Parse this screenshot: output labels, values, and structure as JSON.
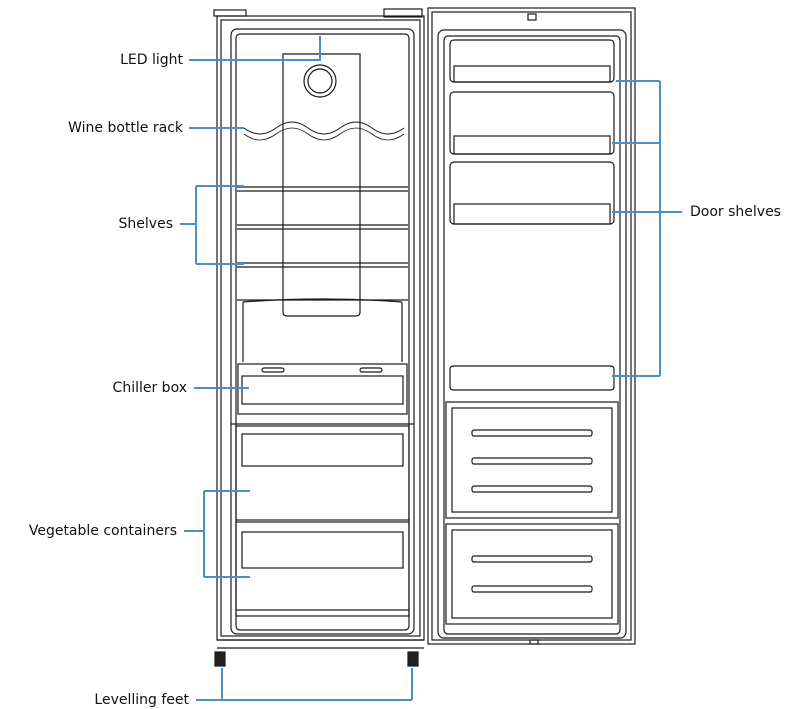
{
  "labels": {
    "led_light": "LED light",
    "wine_bottle_rack": "Wine bottle rack",
    "shelves": "Shelves",
    "chiller_box": "Chiller box",
    "vegetable_containers": "Vegetable containers",
    "levelling_feet": "Levelling feet",
    "door_shelves": "Door shelves"
  },
  "colors": {
    "leader_line": "#4a8fc7",
    "outline": "#1a1a1a",
    "background": "#ffffff"
  }
}
